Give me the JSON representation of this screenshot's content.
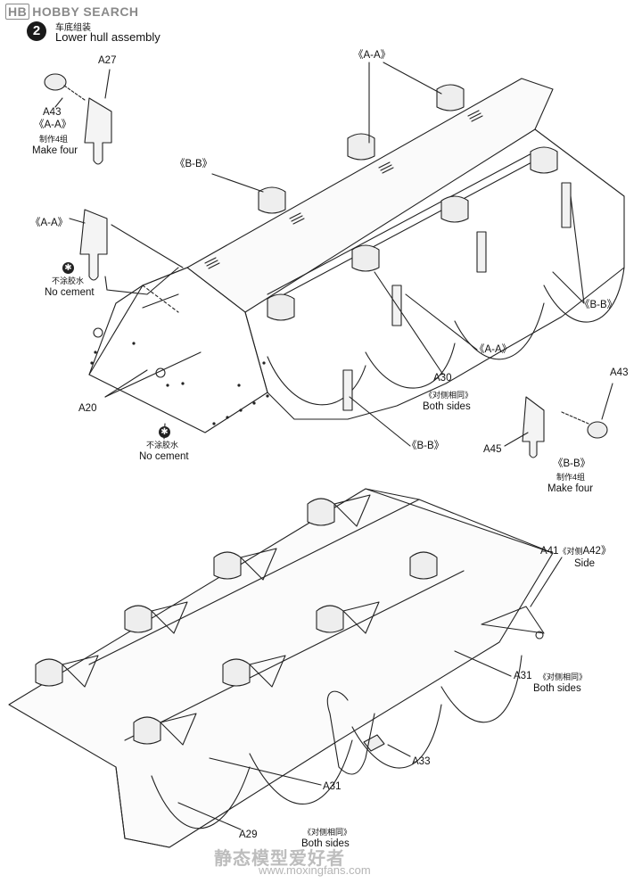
{
  "header": {
    "logo_text": "HOBBY SEARCH",
    "logo_mark": "HB",
    "step_number": "2",
    "step_title_cn": "车底组装",
    "step_title_en": "Lower hull assembly"
  },
  "callouts": {
    "a27": "A27",
    "a43_top": "A43",
    "aa_small": "《A-A》",
    "make4_cn_1": "制作4组",
    "make4_en_1": "Make four",
    "aa_top": "《A-A》",
    "bb_upper_left": "《B-B》",
    "aa_left": "《A-A》",
    "nocement_cn_1": "不涂胶水",
    "nocement_en_1": "No cement",
    "a20": "A20",
    "nocement_cn_2": "不涂胶水",
    "nocement_en_2": "No cement",
    "bb_right": "《B-B》",
    "aa_mid": "《A-A》",
    "a30": "A30",
    "both_sides_cn_1": "《对侧相同》",
    "both_sides_en_1": "Both sides",
    "bb_mid": "《B-B》",
    "a43_right": "A43",
    "a45": "A45",
    "bb_small": "《B-B》",
    "make4_cn_2": "制作4组",
    "make4_en_2": "Make four",
    "a41": "A41",
    "a41_paren_cn": "《对侧",
    "a42": "A42》",
    "side": "Side",
    "a31_right": "A31",
    "both_sides_cn_2": "《对侧相同》",
    "both_sides_en_2": "Both sides",
    "a33": "A33",
    "a31_bottom": "A31",
    "a29": "A29",
    "both_sides_cn_3": "《对侧相同》",
    "both_sides_en_3": "Both sides"
  },
  "watermark": {
    "text": "静态模型爱好者",
    "url": "www.moxingfans.com"
  }
}
